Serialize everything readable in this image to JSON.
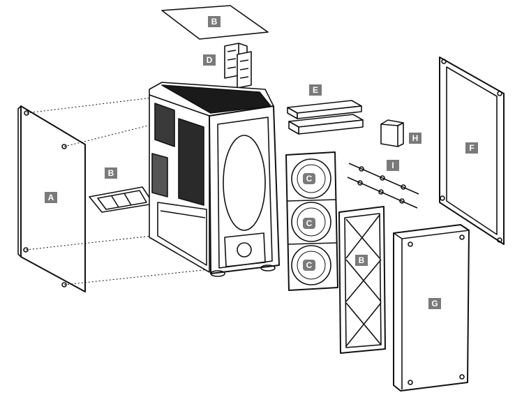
{
  "labels": {
    "A": "A",
    "B_top": "B",
    "B_left": "B",
    "B_front": "B",
    "C1": "C",
    "C2": "C",
    "C3": "C",
    "D": "D",
    "E": "E",
    "F": "F",
    "G": "G",
    "H": "H",
    "I": "I"
  }
}
